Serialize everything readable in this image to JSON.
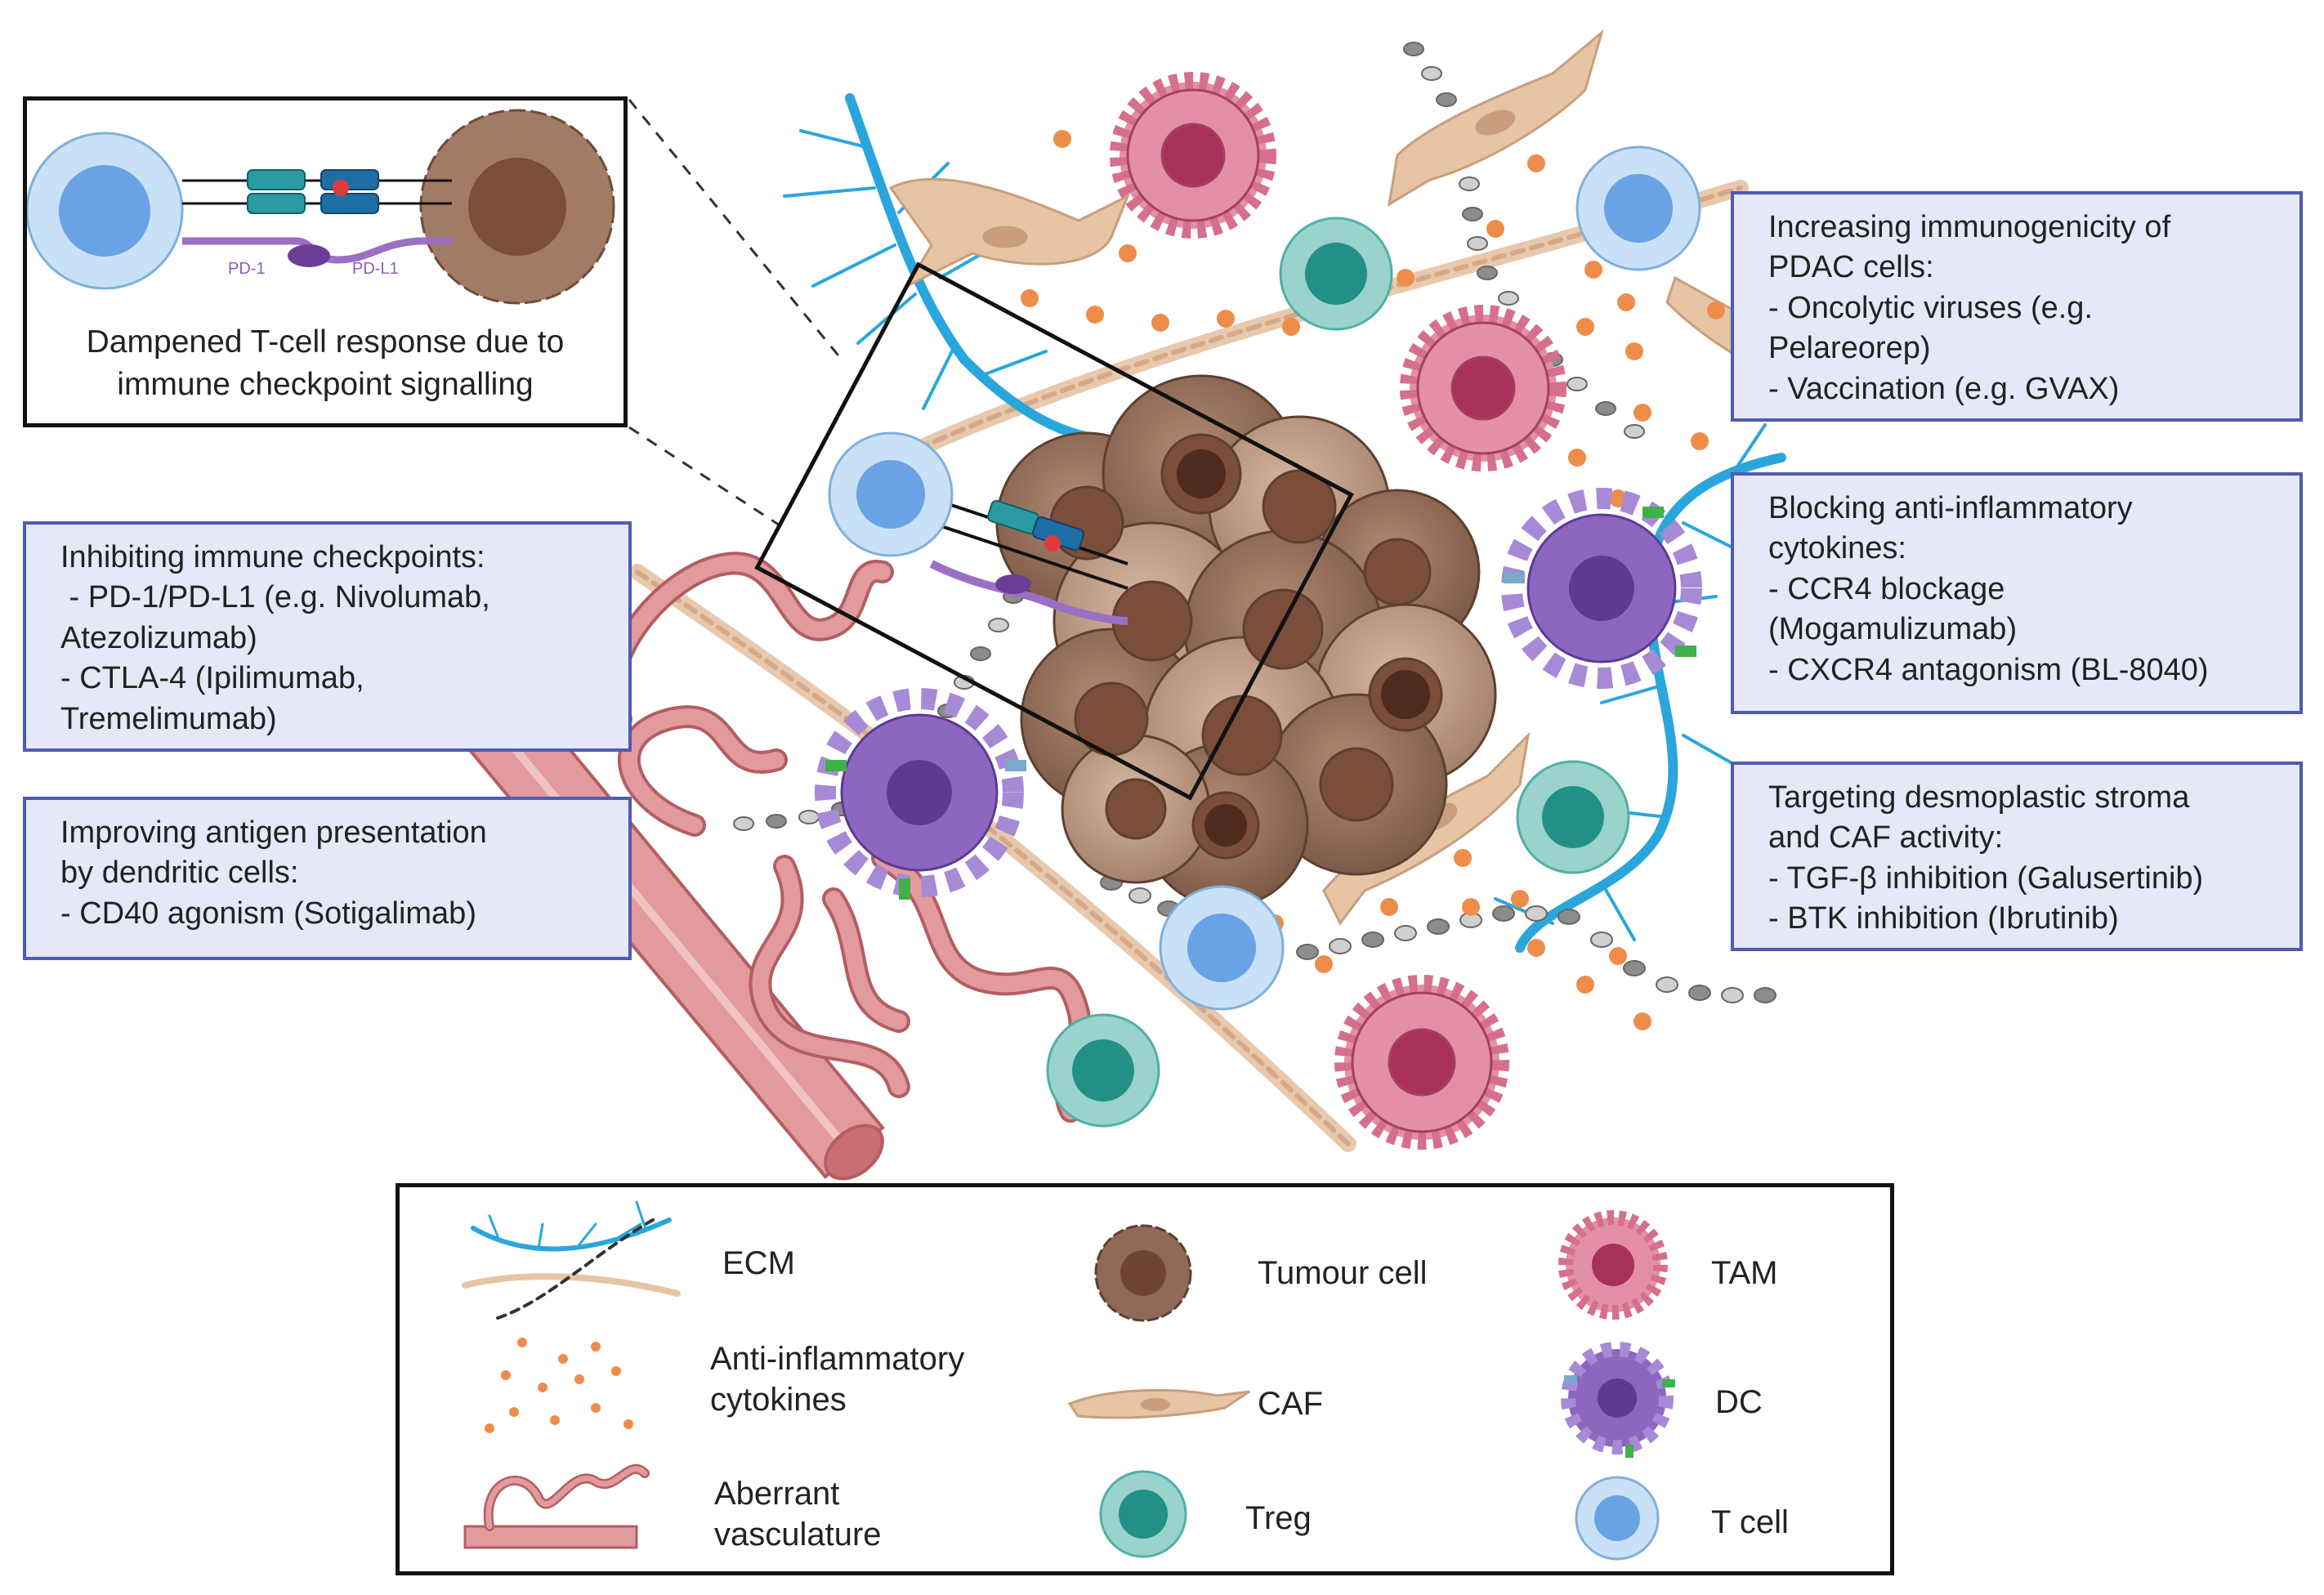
{
  "inset": {
    "pd1_label": "PD-1",
    "pdl1_label": "PD-L1",
    "caption": [
      "Dampened T-cell response due to",
      "immune checkpoint signalling"
    ]
  },
  "boxes": {
    "checkpoints": [
      "Inhibiting immune checkpoints:",
      " - PD-1/PD-L1 (e.g. Nivolumab,",
      "Atezolizumab)",
      "- CTLA-4 (Ipilimumab,",
      "Tremelimumab)"
    ],
    "antigen": [
      "Improving antigen presentation",
      "by dendritic cells:",
      "- CD40 agonism (Sotigalimab)"
    ],
    "immunogenicity": [
      "Increasing immunogenicity of",
      "PDAC cells:",
      "- Oncolytic viruses (e.g.",
      "Pelareorep)",
      "- Vaccination (e.g. GVAX)"
    ],
    "cytokines": [
      "Blocking anti-inflammatory",
      "cytokines:",
      "- CCR4 blockage",
      "(Mogamulizumab)",
      "- CXCR4 antagonism (BL-8040)"
    ],
    "stroma": [
      "Targeting desmoplastic stroma",
      "and CAF activity:",
      "- TGF-β inhibition (Galusertinib)",
      "- BTK inhibition (Ibrutinib)"
    ]
  },
  "legend": {
    "ecm": "ECM",
    "cytokines": [
      "Anti-inflammatory",
      "cytokines"
    ],
    "vasculature": [
      "Aberrant",
      "vasculature"
    ],
    "tumour": "Tumour cell",
    "caf": "CAF",
    "treg": "Treg",
    "tam": "TAM",
    "dc": "DC",
    "tcell": "T cell"
  },
  "colors": {
    "box_fill": "#e5e8f7",
    "box_border": "#4f5bb0",
    "tumour": "#8e6a57",
    "tcell": "#9ec8ee",
    "treg": "#4fb0a6",
    "tam": "#c4607e",
    "dc": "#8d66c0",
    "caf": "#e6c4a4",
    "cytokine": "#ee8d4a",
    "vessel": "#e29a9c",
    "ecm_blue": "#2aa6dc"
  },
  "icons": [
    "tumour-cell-icon",
    "t-cell-icon",
    "treg-icon",
    "tam-icon",
    "dc-icon",
    "caf-icon",
    "ecm-icon",
    "cytokine-icon",
    "vasculature-icon"
  ]
}
